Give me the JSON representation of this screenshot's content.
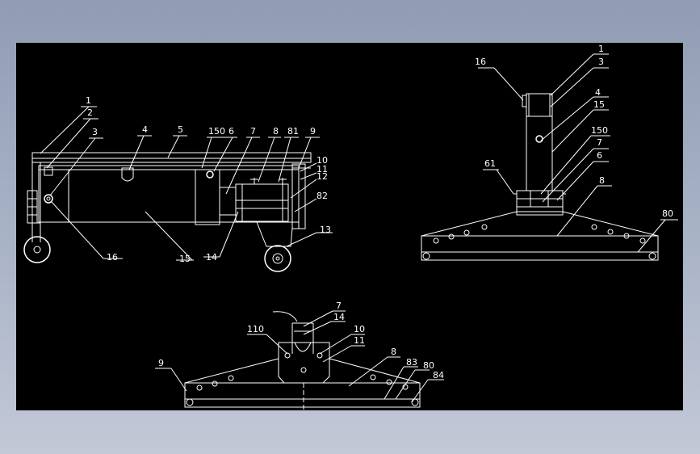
{
  "colors": {
    "background": "#a9b4c7",
    "canvas": "#000000",
    "line": "#ffffff"
  },
  "views": {
    "side": {
      "labels": [
        "1",
        "2",
        "3",
        "4",
        "5",
        "150",
        "6",
        "7",
        "8",
        "81",
        "9",
        "10",
        "11",
        "12",
        "82",
        "13",
        "14",
        "15",
        "16"
      ]
    },
    "front": {
      "labels": [
        "16",
        "1",
        "3",
        "4",
        "15",
        "150",
        "7",
        "6",
        "61",
        "8",
        "80"
      ]
    },
    "bottom": {
      "labels": [
        "7",
        "14",
        "110",
        "10",
        "11",
        "8",
        "9",
        "83",
        "80",
        "84"
      ]
    }
  }
}
